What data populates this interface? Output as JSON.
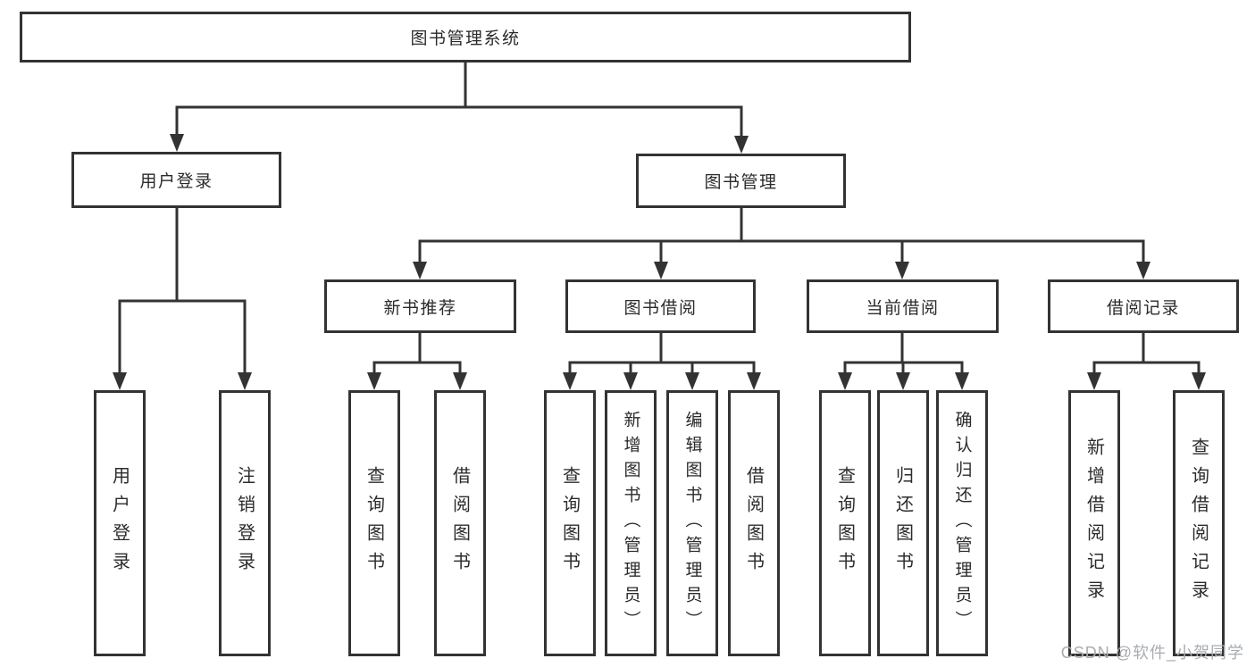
{
  "diagram_type": "hierarchy-tree",
  "colors": {
    "line": "#333333",
    "box_border": "#333333",
    "box_fill": "#ffffff",
    "text": "#2b2b2b",
    "watermark": "#a9acb0",
    "background": "#ffffff"
  },
  "watermark": {
    "text": "CSDN @软件_小贺同学"
  },
  "tree": {
    "label": "图书管理系统",
    "children": [
      {
        "label": "用户登录",
        "children": [
          {
            "label": "用户登录"
          },
          {
            "label": "注销登录"
          }
        ]
      },
      {
        "label": "图书管理",
        "children": [
          {
            "label": "新书推荐",
            "children": [
              {
                "label": "查询图书"
              },
              {
                "label": "借阅图书"
              }
            ]
          },
          {
            "label": "图书借阅",
            "children": [
              {
                "label": "查询图书"
              },
              {
                "label": "新增图书（管理员）"
              },
              {
                "label": "编辑图书（管理员）"
              },
              {
                "label": "借阅图书"
              }
            ]
          },
          {
            "label": "当前借阅",
            "children": [
              {
                "label": "查询图书"
              },
              {
                "label": "归还图书"
              },
              {
                "label": "确认归还（管理员）"
              }
            ]
          },
          {
            "label": "借阅记录",
            "children": [
              {
                "label": "新增借阅记录"
              },
              {
                "label": "查询借阅记录"
              }
            ]
          }
        ]
      }
    ]
  }
}
